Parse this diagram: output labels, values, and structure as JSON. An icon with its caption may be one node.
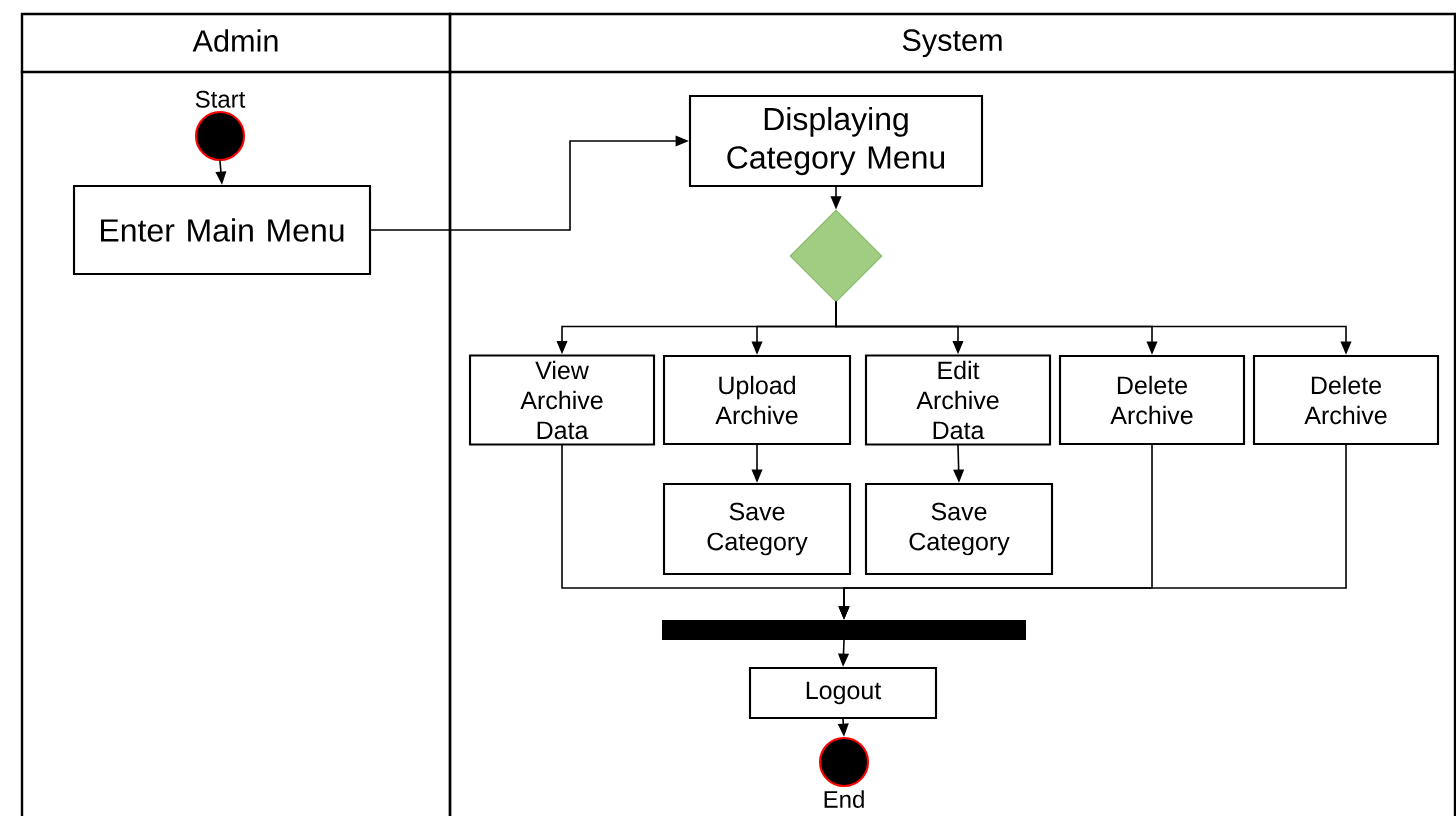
{
  "diagram": {
    "nodes": [
      {
        "text": [
          "Admin"
        ]
      },
      {
        "text": [
          "System"
        ]
      },
      {
        "text": [],
        "shape": "circle",
        "beside": [
          "Start"
        ],
        "in": 0
      },
      {
        "text": [
          "Enter Main Menu"
        ],
        "in": 0
      },
      {
        "text": [
          "Displaying Category Menu"
        ],
        "in": 1
      },
      {
        "text": [],
        "shape": "diamond",
        "in": 1
      },
      {
        "text": [
          "View Archive Data"
        ],
        "in": 1
      },
      {
        "text": [
          "Upload Archive"
        ],
        "in": 1
      },
      {
        "text": [
          "Edit Archive Data"
        ],
        "in": 1
      },
      {
        "text": [
          "Delete Archive"
        ],
        "in": 1
      },
      {
        "text": [
          "Delete Archive"
        ],
        "in": 1
      },
      {
        "text": [
          "Save Category"
        ],
        "in": 1
      },
      {
        "text": [
          "Save Category"
        ],
        "in": 1
      },
      {
        "text": [],
        "shape": "bar",
        "in": 1
      },
      {
        "text": [
          "Logout"
        ],
        "in": 1
      },
      {
        "text": [],
        "shape": "circle",
        "beside": [
          "End"
        ],
        "in": 1
      }
    ],
    "edges": [
      {
        "from": 2,
        "to": 3,
        "arrow": "to"
      },
      {
        "from": 3,
        "to": 4,
        "arrow": "to"
      },
      {
        "from": 4,
        "to": 5,
        "arrow": "to"
      },
      {
        "from": 5,
        "to": 6,
        "arrow": "to"
      },
      {
        "from": 5,
        "to": 7,
        "arrow": "to"
      },
      {
        "from": 5,
        "to": 8,
        "arrow": "to"
      },
      {
        "from": 5,
        "to": 9,
        "arrow": "to"
      },
      {
        "from": 5,
        "to": 10,
        "arrow": "to"
      },
      {
        "from": 7,
        "to": 11,
        "arrow": "to"
      },
      {
        "from": 8,
        "to": 12,
        "arrow": "to"
      },
      {
        "from": 6,
        "to": 13,
        "arrow": "to"
      },
      {
        "from": 9,
        "to": 13,
        "arrow": "to"
      },
      {
        "from": 10,
        "to": 13,
        "arrow": "to"
      },
      {
        "from": 13,
        "to": 14,
        "arrow": "to"
      },
      {
        "from": 14,
        "to": 15,
        "arrow": "to"
      }
    ]
  }
}
